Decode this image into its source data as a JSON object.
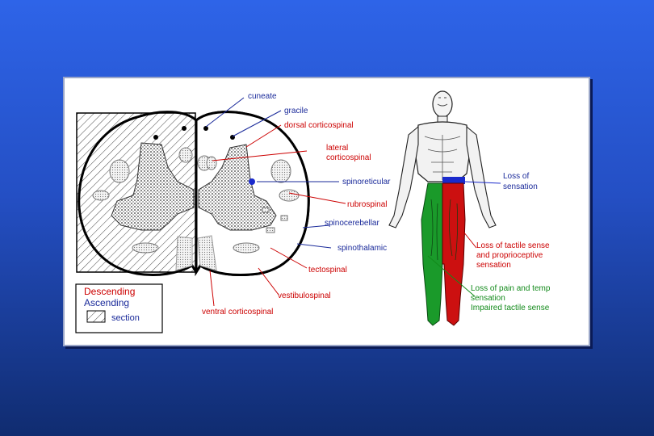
{
  "tract_labels": {
    "cuneate": "cuneate",
    "gracile": "gracile",
    "dorsal_corticospinal": "dorsal corticospinal",
    "lateral_line1": "lateral",
    "lateral_line2": "corticospinal",
    "spinoreticular": "spinoreticular",
    "rubrospinal": "rubrospinal",
    "spinocerebellar": "spinocerebellar",
    "spinothalamic": "spinothalamic",
    "tectospinal": "tectospinal",
    "vestibulospinal": "vestibulospinal",
    "ventral_corticospinal": "ventral corticospinal"
  },
  "legend": {
    "descending": "Descending",
    "ascending": "Ascending",
    "section": "section"
  },
  "body_labels": {
    "loss_line1": "Loss of",
    "loss_line2": "sensation",
    "tactile_line1": "Loss of tactile sense",
    "tactile_line2": "and proprioceptive",
    "tactile_line3": "sensation",
    "pain_line1": "Loss of pain and temp",
    "pain_line2": "sensation",
    "pain_line3": "Impaired tactile sense"
  },
  "colors": {
    "background_top": "#2e64e8",
    "background_bottom": "#102c70",
    "descending": "#cc0000",
    "ascending": "#1a2a9a",
    "left_leg": "#1a9a2a",
    "right_leg": "#cc1010",
    "sensation_band": "#1a2acc",
    "green_text": "#128a1a"
  }
}
